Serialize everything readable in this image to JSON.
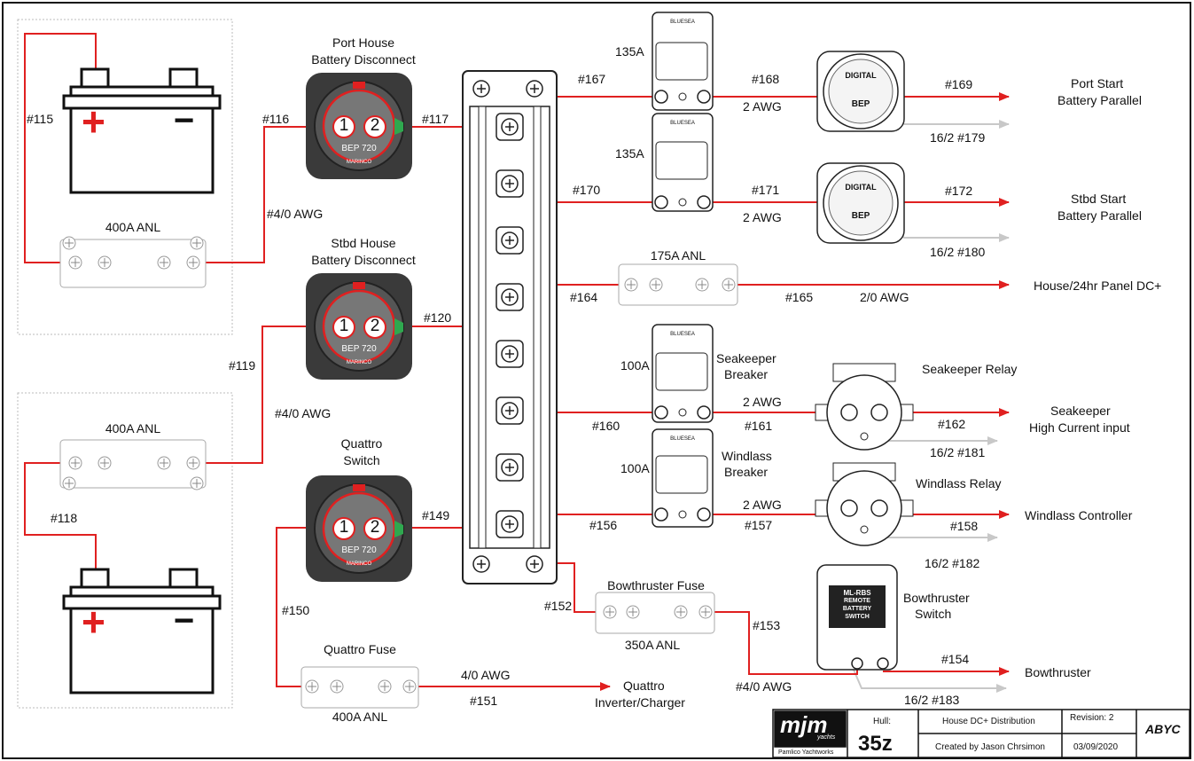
{
  "title_block": {
    "logo": "mjm",
    "logo_sub": "yachts",
    "company": "Pamlico Yachtworks",
    "hull_label": "Hull:",
    "hull": "35z",
    "drawing_title": "House DC+ Distribution",
    "created_by": "Created by Jason Chrsimon",
    "revision": "Revision: 2",
    "date": "03/09/2020",
    "abyc": "ABYC"
  },
  "batteries": {
    "plus": "+",
    "minus": "−"
  },
  "switches": {
    "port": {
      "title1": "Port House",
      "title2": "Battery Disconnect",
      "pos1": "1",
      "pos2": "2",
      "model": "BEP 720",
      "brand": "MARINCO"
    },
    "stbd": {
      "title1": "Stbd House",
      "title2": "Battery Disconnect",
      "pos1": "1",
      "pos2": "2",
      "model": "BEP 720",
      "brand": "MARINCO"
    },
    "quattro": {
      "title1": "Quattro",
      "title2": "Switch",
      "pos1": "1",
      "pos2": "2",
      "model": "BEP 720",
      "brand": "MARINCO"
    }
  },
  "fuses": {
    "port_anl": "400A ANL",
    "stbd_anl": "400A ANL",
    "house_anl": "175A ANL",
    "quattro_title": "Quattro Fuse",
    "quattro_anl": "400A ANL",
    "bow_title": "Bowthruster Fuse",
    "bow_anl": "350A ANL"
  },
  "breakers": {
    "b1": "135A",
    "b2": "135A",
    "b3": "100A",
    "b3_name1": "Seakeeper",
    "b3_name2": "Breaker",
    "b4": "100A",
    "b4_name1": "Windlass",
    "b4_name2": "Breaker",
    "brand": "BLUESEA"
  },
  "relays": {
    "vsr_brand": "DIGITAL",
    "vsr_logo": "BEP",
    "seakeeper_relay": "Seakeeper Relay",
    "windlass_relay": "Windlass Relay",
    "bow_switch_1": "Bowthruster",
    "bow_switch_2": "Switch",
    "mlrbs": "ML-RBS",
    "mlrbs_2": "REMOTE",
    "mlrbs_3": "BATTERY",
    "mlrbs_4": "SWITCH"
  },
  "wires": {
    "w115": "#115",
    "w116": "#116",
    "w117": "#117",
    "w118": "#118",
    "w119": "#119",
    "w120": "#120",
    "w149": "#149",
    "w150": "#150",
    "w151": "#151",
    "w152": "#152",
    "w153": "#153",
    "w154": "#154",
    "w156": "#156",
    "w157": "#157",
    "w158": "#158",
    "w160": "#160",
    "w161": "#161",
    "w162": "#162",
    "w164": "#164",
    "w165": "#165",
    "w167": "#167",
    "w168": "#168",
    "w169": "#169",
    "w170": "#170",
    "w171": "#171",
    "w172": "#172",
    "g179": "16/2 #179",
    "g180": "16/2 #180",
    "g181": "16/2 #181",
    "g182": "16/2 #182",
    "g183": "16/2 #183",
    "awg_port": "#4/0 AWG",
    "awg_stbd": "#4/0 AWG",
    "awg_168": "2 AWG",
    "awg_171": "2 AWG",
    "awg_165": "2/0 AWG",
    "awg_161": "2 AWG",
    "awg_157": "2 AWG",
    "awg_151": "4/0 AWG",
    "awg_bow": "#4/0 AWG"
  },
  "destinations": {
    "port_start_1": "Port Start",
    "port_start_2": "Battery Parallel",
    "stbd_start_1": "Stbd Start",
    "stbd_start_2": "Battery Parallel",
    "house_panel": "House/24hr Panel DC+",
    "seakeeper_1": "Seakeeper",
    "seakeeper_2": "High Current input",
    "windlass": "Windlass Controller",
    "bowthruster": "Bowthruster",
    "quattro_1": "Quattro",
    "quattro_2": "Inverter/Charger"
  },
  "colors": {
    "wire": "#e02020",
    "gray_wire": "#c8c8c8",
    "switch_body": "#3a3a3a",
    "outline": "#222222"
  }
}
